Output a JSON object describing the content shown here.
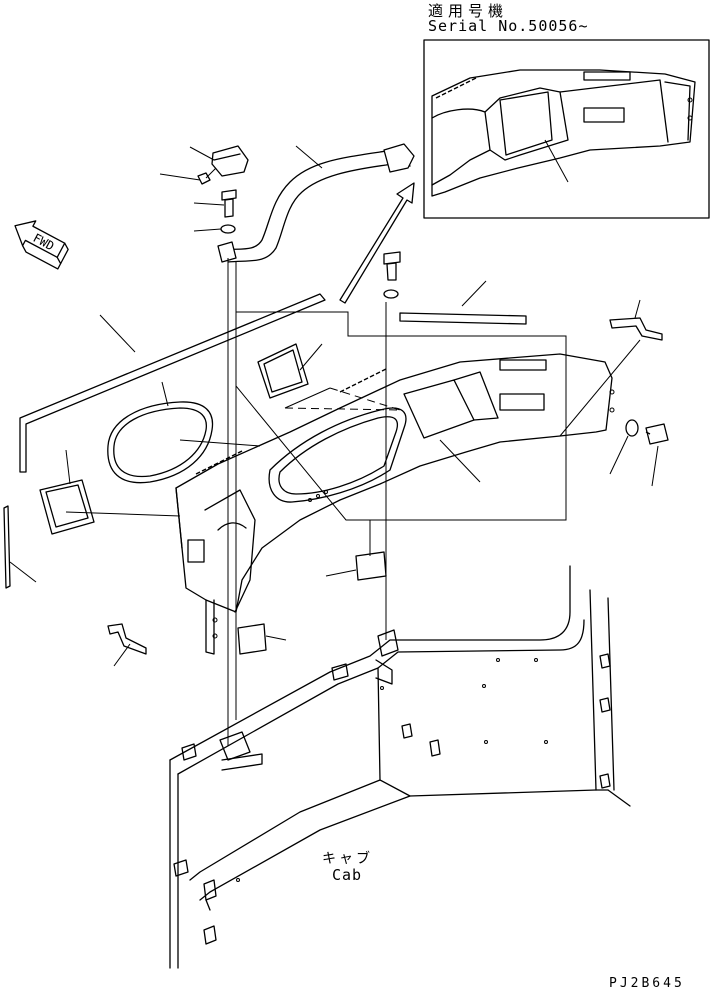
{
  "header": {
    "applicable_models_label": "適用号機",
    "serial_label": "Serial No.50056~"
  },
  "labels": {
    "fwd_arrow": "FWD",
    "cab_jp": "キャブ",
    "cab_en": "Cab"
  },
  "footer": {
    "drawing_number": "PJ2B645"
  }
}
